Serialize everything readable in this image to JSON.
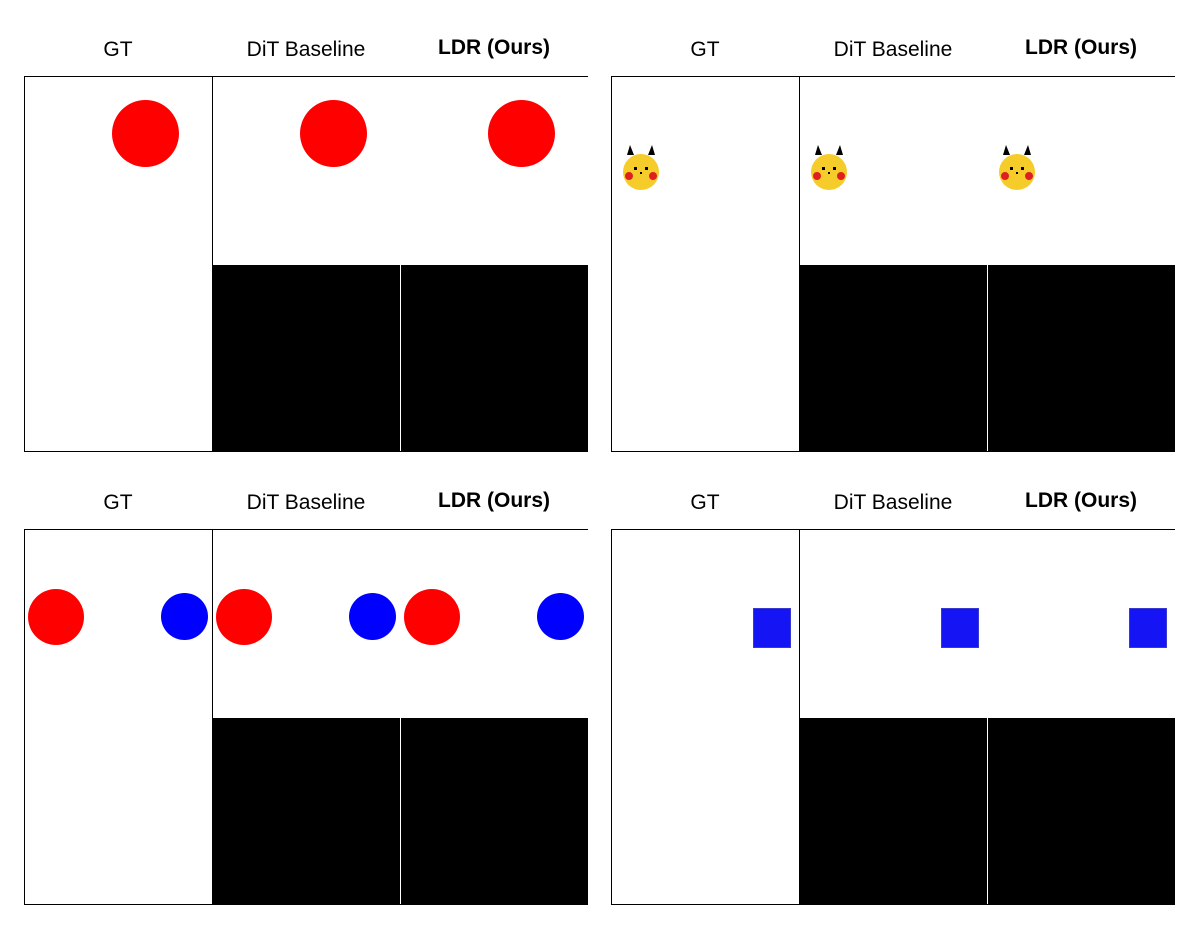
{
  "columns": [
    "GT",
    "DiT Baseline",
    "LDR (Ours)"
  ],
  "colors": {
    "red": "#ff0000",
    "blue": "#0000ff",
    "square_blue": "#1414f5",
    "pikachu_yellow": "#f5cc2a",
    "mask": "#000000",
    "frame": "#000000"
  },
  "panels": [
    {
      "name": "panel-red-circle",
      "objects": [
        "red-circle"
      ]
    },
    {
      "name": "panel-pikachu",
      "objects": [
        "pikachu-sprite"
      ]
    },
    {
      "name": "panel-red-blue-circles",
      "objects": [
        "red-circle",
        "blue-circle"
      ]
    },
    {
      "name": "panel-blue-square",
      "objects": [
        "blue-square"
      ]
    }
  ]
}
